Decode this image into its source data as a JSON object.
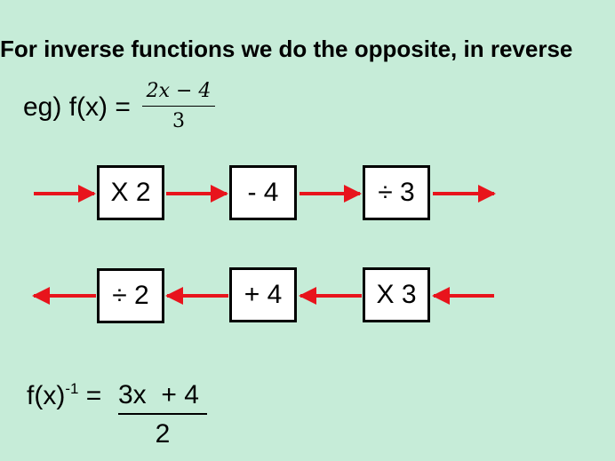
{
  "title": "For inverse functions we do the opposite, in reverse",
  "example": {
    "label": "eg) f(x) =",
    "numerator": "2𝑥 − 4",
    "denominator": "3"
  },
  "forward_row": {
    "boxes": [
      "X 2",
      "- 4",
      "÷ 3"
    ],
    "arrow_color": "#e8141c"
  },
  "inverse_row": {
    "boxes": [
      "÷ 2",
      "+ 4",
      "X 3"
    ],
    "arrow_color": "#e8141c"
  },
  "inverse": {
    "label": "f(x)",
    "superscript": "-1",
    "equals": " =",
    "numerator": "3x  + 4",
    "denominator": "2"
  },
  "colors": {
    "background": "#c6ecd8",
    "arrow": "#e8141c",
    "box_fill": "#ffffff"
  }
}
